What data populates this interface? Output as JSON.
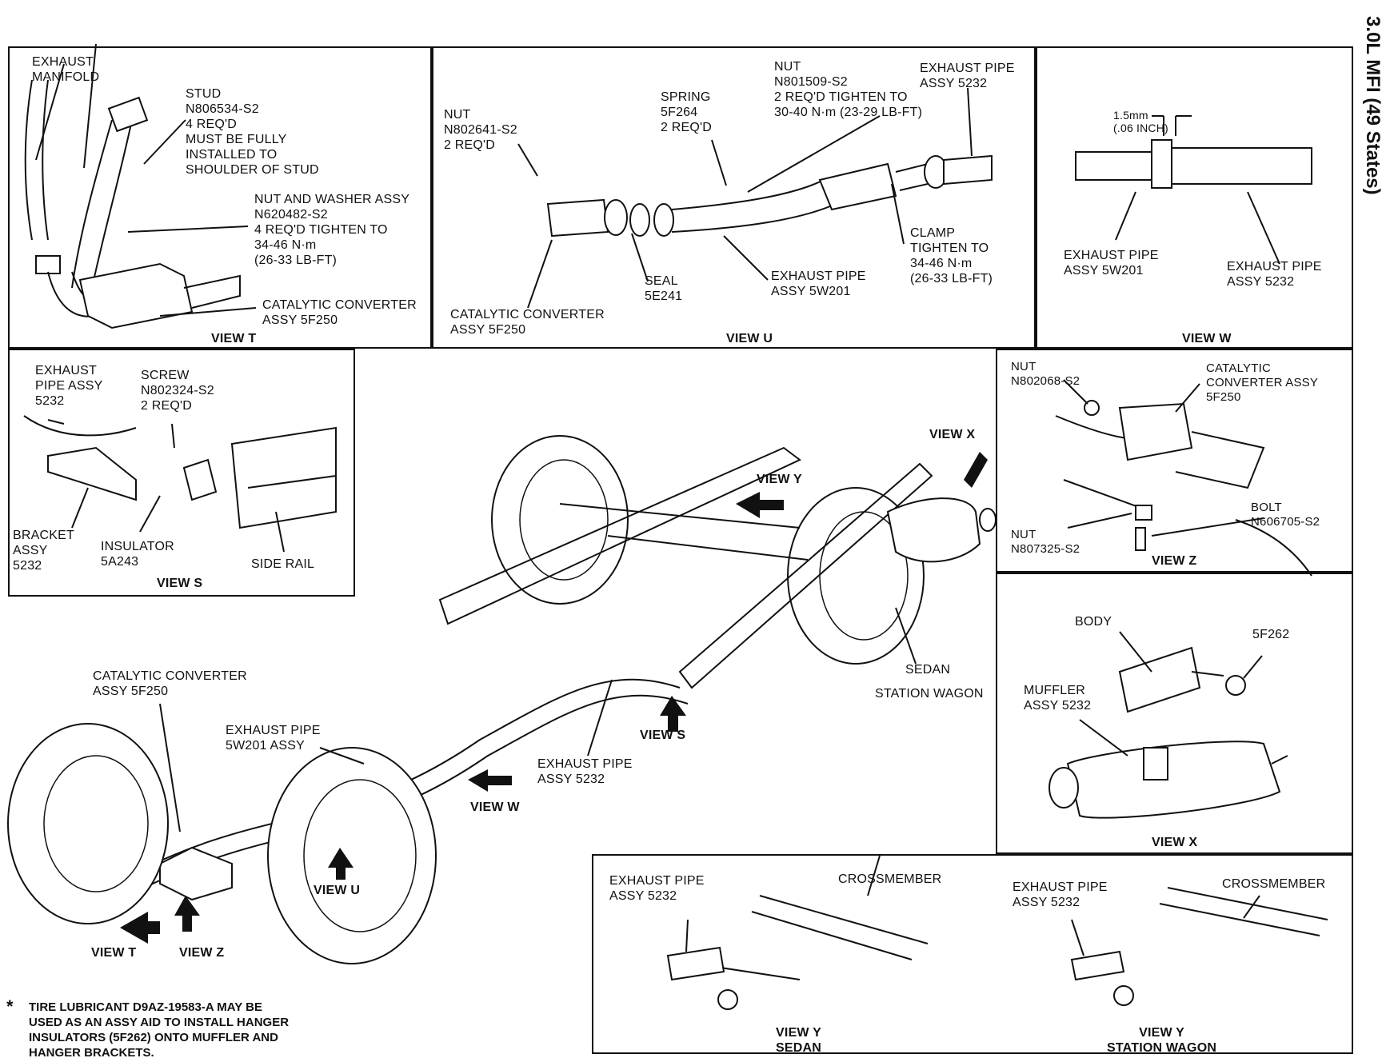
{
  "side_title": "3.0L MFI (49 States)",
  "view_t": {
    "caption": "VIEW T",
    "exhaust_manifold": "EXHAUST\nMANIFOLD",
    "stud": "STUD\nN806534-S2\n4 REQ'D\nMUST BE FULLY\nINSTALLED TO\nSHOULDER OF STUD",
    "nut_washer": "NUT AND WASHER ASSY\nN620482-S2\n4 REQ'D TIGHTEN TO\n34-46 N·m\n(26-33 LB-FT)",
    "catalytic": "CATALYTIC CONVERTER\nASSY 5F250"
  },
  "view_u": {
    "caption": "VIEW U",
    "nut_a": "NUT\nN802641-S2\n2 REQ'D",
    "spring": "SPRING\n5F264\n2 REQ'D",
    "nut_b": "NUT\nN801509-S2\n2 REQ'D TIGHTEN TO\n30-40 N·m (23-29 LB-FT)",
    "exhaust_pipe_5232": "EXHAUST PIPE\nASSY 5232",
    "clamp": "CLAMP\nTIGHTEN TO\n34-46 N·m\n(26-33 LB-FT)",
    "exhaust_pipe_5w201": "EXHAUST PIPE\nASSY 5W201",
    "seal": "SEAL\n5E241",
    "catalytic": "CATALYTIC CONVERTER\nASSY 5F250"
  },
  "view_w": {
    "caption": "VIEW W",
    "gap": "1.5mm\n(.06 INCH)",
    "pipe_5w201": "EXHAUST PIPE\nASSY 5W201",
    "pipe_5232": "EXHAUST PIPE\nASSY 5232"
  },
  "view_s": {
    "caption": "VIEW S",
    "exhaust_pipe": "EXHAUST\nPIPE ASSY\n5232",
    "screw": "SCREW\nN802324-S2\n2 REQ'D",
    "bracket": "BRACKET\nASSY\n5232",
    "insulator": "INSULATOR\n5A243",
    "side_rail": "SIDE RAIL"
  },
  "view_z": {
    "caption": "VIEW Z",
    "nut_a": "NUT\nN802068-S2",
    "catalytic": "CATALYTIC\nCONVERTER ASSY\n5F250",
    "bolt": "BOLT\nN606705-S2",
    "nut_b": "NUT\nN807325-S2"
  },
  "view_x": {
    "caption": "VIEW X",
    "body": "BODY",
    "part": "5F262",
    "muffler": "MUFFLER\nASSY 5232"
  },
  "main": {
    "view_x_arrow": "VIEW X",
    "view_y_arrow": "VIEW Y",
    "sedan": "SEDAN",
    "station_wagon": "STATION WAGON",
    "catalytic": "CATALYTIC CONVERTER\nASSY 5F250",
    "pipe_5w201": "EXHAUST PIPE\n5W201 ASSY",
    "view_s_arrow": "VIEW S",
    "pipe_5232": "EXHAUST PIPE\nASSY 5232",
    "view_w_arrow": "VIEW W",
    "view_u_arrow": "VIEW U",
    "view_t_arrow": "VIEW T",
    "view_z_arrow": "VIEW Z"
  },
  "view_y": {
    "pipe_left": "EXHAUST PIPE\nASSY 5232",
    "cross_left": "CROSSMEMBER",
    "caption_left": "VIEW Y\nSEDAN",
    "pipe_right": "EXHAUST PIPE\nASSY 5232",
    "cross_right": "CROSSMEMBER",
    "caption_right": "VIEW Y\nSTATION WAGON"
  },
  "note": "TIRE LUBRICANT D9AZ-19583-A MAY BE\nUSED AS AN ASSY AID TO INSTALL HANGER\nINSULATORS (5F262) ONTO MUFFLER AND\nHANGER BRACKETS.",
  "note_star": "*"
}
